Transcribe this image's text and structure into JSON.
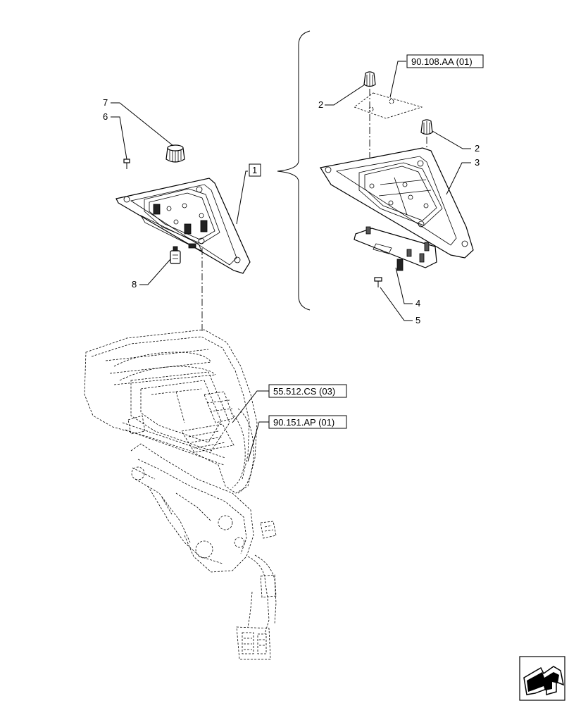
{
  "callouts": {
    "c1": "1",
    "c2a": "2",
    "c2b": "2",
    "c3": "3",
    "c4": "4",
    "c5": "5",
    "c6": "6",
    "c7": "7",
    "c8": "8"
  },
  "references": {
    "ref_top": "90.108.AA (01)",
    "ref_mid": "55.512.CS (03)",
    "ref_low": "90.151.AP (01)"
  },
  "nav": {
    "icon": "next-page-arrow-icon"
  }
}
